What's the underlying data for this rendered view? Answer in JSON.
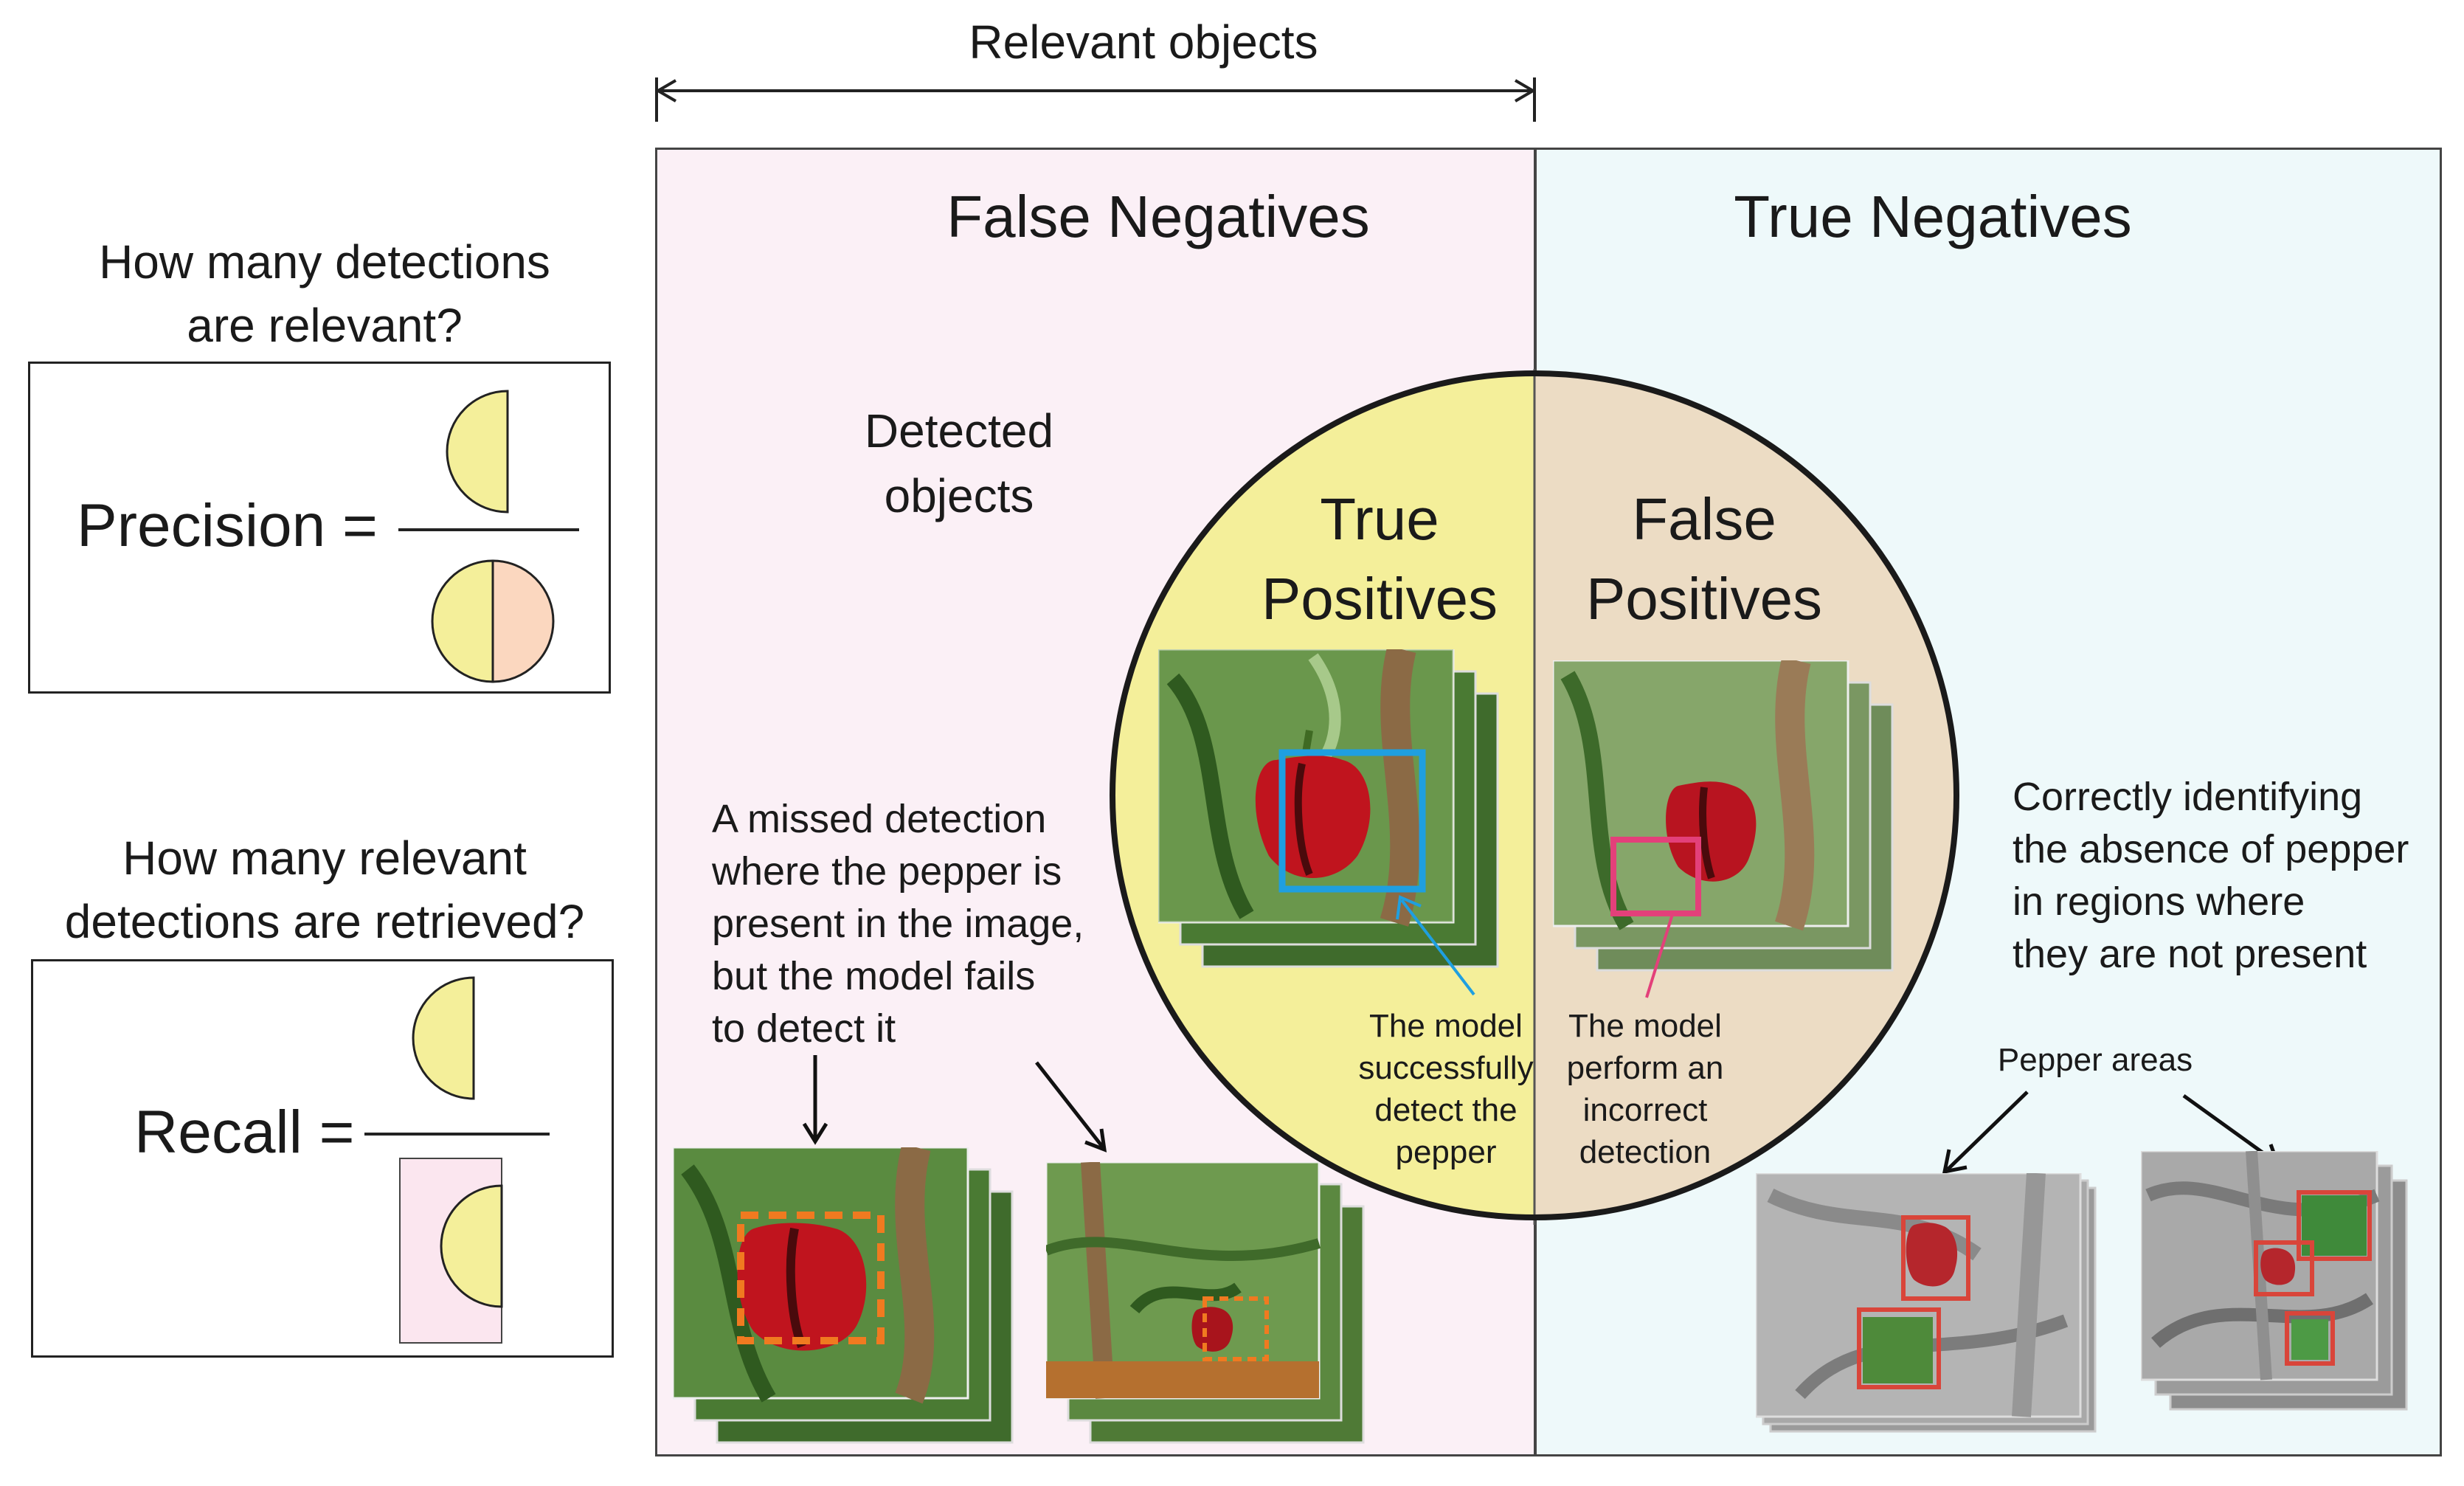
{
  "top_label": "Relevant objects",
  "left": {
    "precision_question": "How many detections\nare relevant?",
    "precision_label": "Precision =",
    "recall_question": "How many relevant\ndetections are retrieved?",
    "recall_label": "Recall ="
  },
  "regions": {
    "false_negatives": "False Negatives",
    "true_negatives": "True Negatives",
    "detected_objects": "Detected\nobjects",
    "true_positives": "True\nPositives",
    "false_positives": "False\nPositives"
  },
  "annotations": {
    "missed_detection": "A missed detection\nwhere the pepper is\npresent in the image,\nbut the model fails\nto detect it",
    "tp_caption": "The model\nsuccessfully\ndetect the\npepper",
    "fp_caption": "The model\nperform an\nincorrect\ndetection",
    "tn_caption": "Correctly identifying\nthe absence of pepper\nin regions where\nthey are not present",
    "pepper_areas": "Pepper areas"
  },
  "colors": {
    "false_negative_bg": "#fbf0f6",
    "true_negative_bg": "#eef9fa",
    "true_positive_fill": "#f4ef9a",
    "false_positive_fill": "#ecdcc4",
    "tp_box": "#1f9fe0",
    "fp_box": "#e3407a",
    "missed_box": "#f07a20",
    "pepper_area_box": "#d9453a"
  },
  "icons": [
    "half-circle-icon",
    "split-circle-icon",
    "pepper-photo-icon"
  ]
}
